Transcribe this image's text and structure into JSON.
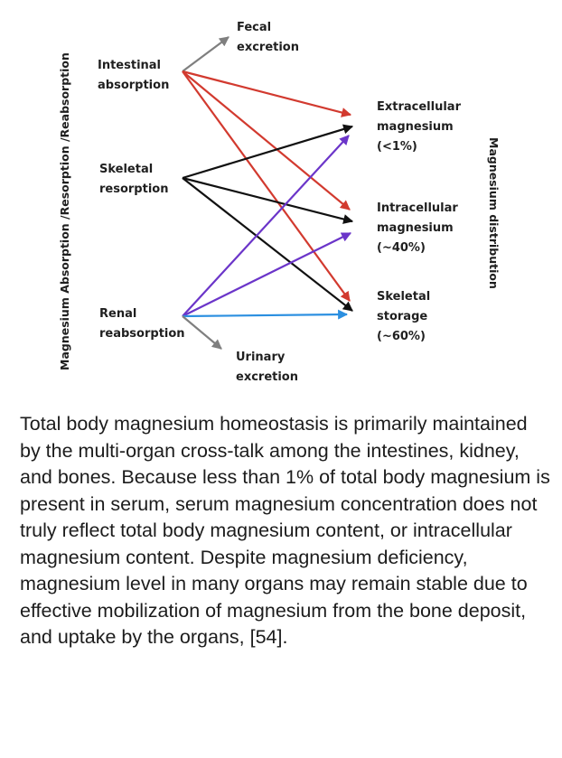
{
  "diagram": {
    "left_axis_label": "Magnesium Absorption /Resorption /Reabsorption",
    "right_axis_label": "Magnesium distribution",
    "sources": {
      "intestinal": [
        "Intestinal",
        "absorption"
      ],
      "skeletal": [
        "Skeletal",
        "resorption"
      ],
      "renal": [
        "Renal",
        "reabsorption"
      ]
    },
    "targets": {
      "extracellular": [
        "Extracellular",
        "magnesium",
        "(<1%)"
      ],
      "intracellular": [
        "Intracellular",
        "magnesium",
        "(~40%)"
      ],
      "skeletal_storage": [
        "Skeletal",
        "storage",
        "(~60%)"
      ]
    },
    "outputs": {
      "fecal": [
        "Fecal",
        "excretion"
      ],
      "urinary": [
        "Urinary",
        "excretion"
      ]
    },
    "colors": {
      "intestinal_flow": "#d23a2f",
      "skeletal_flow": "#111111",
      "renal_flow": "#6b35c9",
      "renal_to_storage": "#2b8fe0",
      "excretion": "#7f7f7f"
    }
  },
  "caption": "Total body magnesium homeostasis is primarily maintained by the multi-organ cross-talk among the intestines, kidney, and bones. Because less than 1% of total body magnesium is present in serum, serum magnesium concentration does not truly reflect total body magnesium content, or intracellular magnesium content. Despite magnesium deficiency, magnesium level in many organs may remain stable due to effective mobilization of magnesium from the bone deposit, and uptake by the organs, [54]."
}
